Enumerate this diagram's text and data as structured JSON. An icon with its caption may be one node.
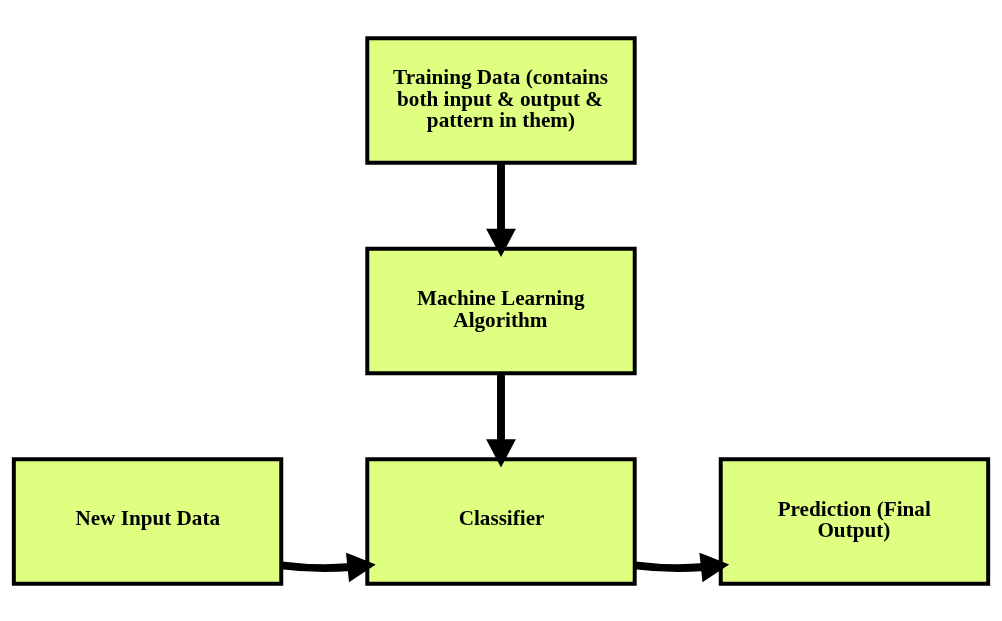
{
  "diagram": {
    "nodes": [
      {
        "text": [
          "Training Data (contains both input & output & pattern in them)"
        ]
      },
      {
        "text": [
          "Machine Learning Algorithm"
        ]
      },
      {
        "text": [
          "New Input Data"
        ]
      },
      {
        "text": [
          "Classifier"
        ]
      },
      {
        "text": [
          "Prediction (Final Output)"
        ]
      }
    ],
    "edges": [
      {
        "from": 0,
        "to": 1,
        "arrow": "to"
      },
      {
        "from": 1,
        "to": 3,
        "arrow": "to"
      },
      {
        "from": 2,
        "to": 3,
        "arrow": "to"
      },
      {
        "from": 3,
        "to": 4,
        "arrow": "to"
      }
    ]
  }
}
